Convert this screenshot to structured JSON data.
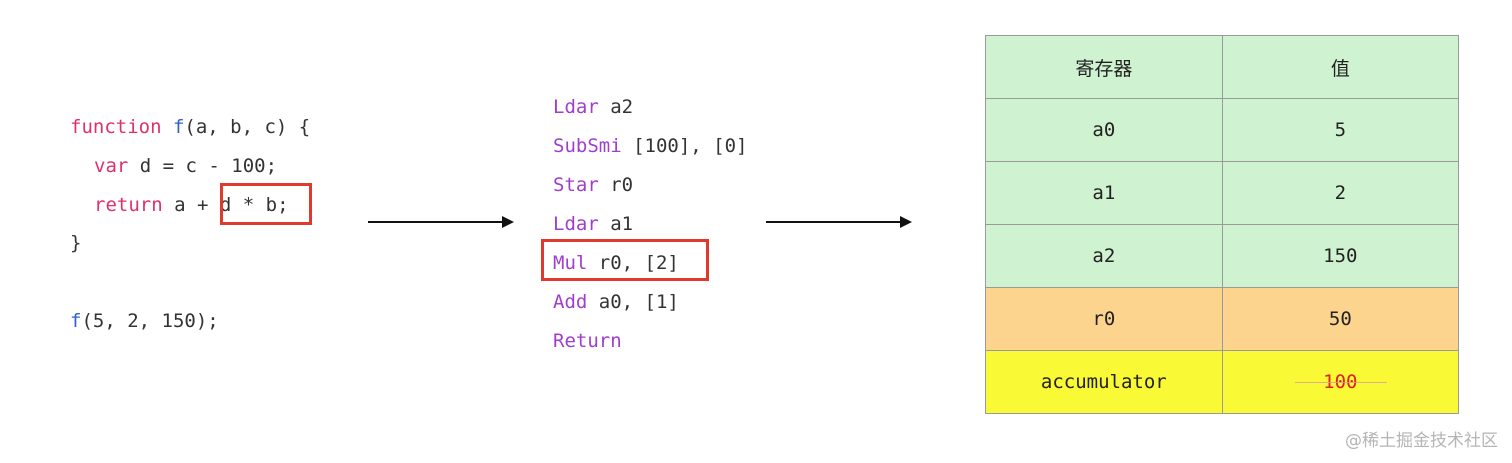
{
  "source_code": {
    "line1": {
      "keyword": "function",
      "name": "f",
      "params": "(a, b, c) {"
    },
    "line2": {
      "keyword": "var",
      "rest": "d = c - 100;"
    },
    "line3": {
      "keyword": "return",
      "pre": "a +",
      "highlight": "d * b;"
    },
    "line4": "}",
    "call": {
      "name": "f",
      "args": "(5, 2, 150);"
    }
  },
  "bytecode": [
    {
      "op": "Ldar",
      "args": "a2"
    },
    {
      "op": "SubSmi",
      "args": "[100], [0]"
    },
    {
      "op": "Star",
      "args": "r0"
    },
    {
      "op": "Ldar",
      "args": "a1"
    },
    {
      "op": "Mul",
      "args": "r0, [2]"
    },
    {
      "op": "Add",
      "args": "a0, [1]"
    },
    {
      "op": "Return",
      "args": ""
    }
  ],
  "register_table": {
    "headers": [
      "寄存器",
      "值"
    ],
    "rows": [
      {
        "register": "a0",
        "value": "5"
      },
      {
        "register": "a1",
        "value": "2"
      },
      {
        "register": "a2",
        "value": "150"
      },
      {
        "register": "r0",
        "value": "50"
      },
      {
        "register": "accumulator",
        "value": "100"
      }
    ]
  },
  "colors": {
    "keyword": "#e0306e",
    "function_name": "#2f5fd0",
    "opcode": "#a03ecf",
    "highlight_border": "#e03a2e",
    "row_arguments": "#cff3d0",
    "row_register": "#fcd48e",
    "row_accumulator": "#f9f935",
    "accumulator_value": "#e02020"
  },
  "watermark": "@稀土掘金技术社区"
}
